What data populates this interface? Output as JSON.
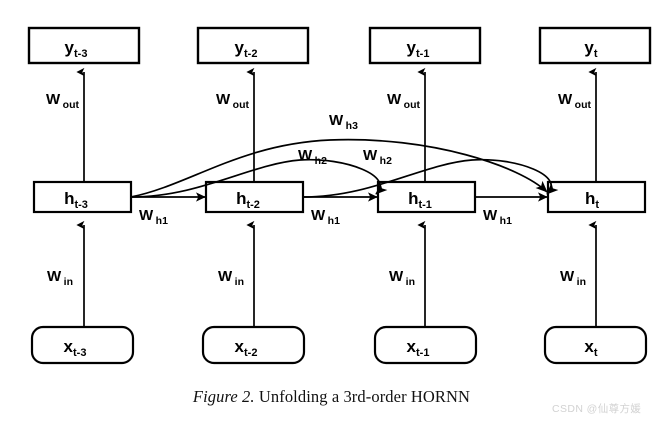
{
  "figure": {
    "caption_prefix": "Figure 2.",
    "caption_text": "Unfolding a 3rd-order HORNN",
    "watermark": "CSDN @仙尊方媛",
    "background_color": "#ffffff",
    "stroke_color": "#000000"
  },
  "diagram": {
    "type": "neural-network-unfolding",
    "columns": [
      {
        "index": 0,
        "output_label": "y",
        "output_sub": "t-3",
        "hidden_label": "h",
        "hidden_sub": "t-3",
        "input_label": "x",
        "input_sub": "t-3",
        "w_out": "W",
        "w_out_sub": "out",
        "w_in": "W",
        "w_in_sub": "in"
      },
      {
        "index": 1,
        "output_label": "y",
        "output_sub": "t-2",
        "hidden_label": "h",
        "hidden_sub": "t-2",
        "input_label": "x",
        "input_sub": "t-2",
        "w_out": "W",
        "w_out_sub": "out",
        "w_in": "W",
        "w_in_sub": "in"
      },
      {
        "index": 2,
        "output_label": "y",
        "output_sub": "t-1",
        "hidden_label": "h",
        "hidden_sub": "t-1",
        "input_label": "x",
        "input_sub": "t-1",
        "w_out": "W",
        "w_out_sub": "out",
        "w_in": "W",
        "w_in_sub": "in"
      },
      {
        "index": 3,
        "output_label": "y",
        "output_sub": "t",
        "hidden_label": "h",
        "hidden_sub": "t",
        "input_label": "x",
        "input_sub": "t",
        "w_out": "W",
        "w_out_sub": "out",
        "w_in": "W",
        "w_in_sub": "in"
      }
    ],
    "recurrent_edges": [
      {
        "id": "h1-a",
        "label": "W",
        "sublabel": "h1",
        "from": "h_t-3",
        "to": "h_t-2",
        "order": 1
      },
      {
        "id": "h1-b",
        "label": "W",
        "sublabel": "h1",
        "from": "h_t-2",
        "to": "h_t-1",
        "order": 1
      },
      {
        "id": "h1-c",
        "label": "W",
        "sublabel": "h1",
        "from": "h_t-1",
        "to": "h_t",
        "order": 1
      },
      {
        "id": "h2-a",
        "label": "W",
        "sublabel": "h2",
        "from": "h_t-3",
        "to": "h_t-1",
        "order": 2
      },
      {
        "id": "h2-b",
        "label": "W",
        "sublabel": "h2",
        "from": "h_t-2",
        "to": "h_t",
        "order": 2
      },
      {
        "id": "h3-a",
        "label": "W",
        "sublabel": "h3",
        "from": "h_t-3",
        "to": "h_t",
        "order": 3
      }
    ]
  }
}
